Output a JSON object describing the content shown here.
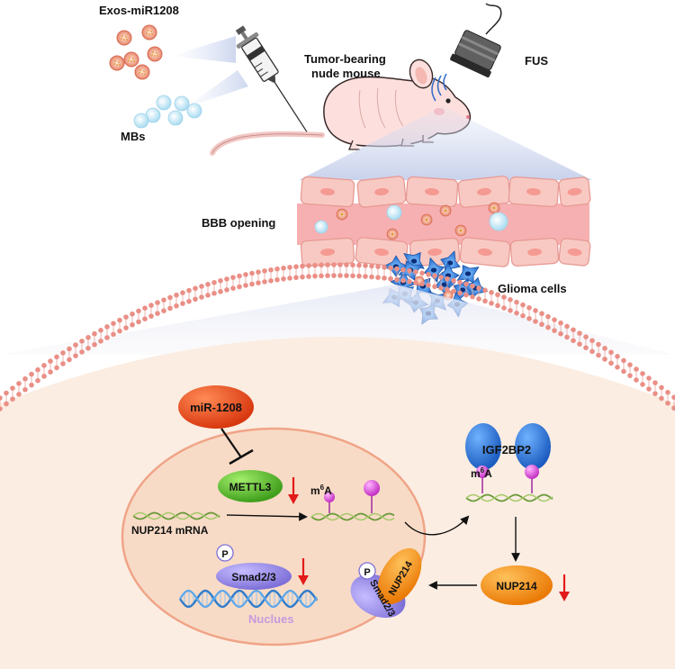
{
  "labels": {
    "exos": "Exos-miR1208",
    "mbs": "MBs",
    "mouse_line1": "Tumor-bearing",
    "mouse_line2": "nude mouse",
    "fus": "FUS",
    "bbb": "BBB opening",
    "glioma": "Glioma cells",
    "mir": "miR-1208",
    "mettl3": "METTL3",
    "m6a_m": "m",
    "m6a_sup": "6",
    "m6a_a": "A",
    "nup_mrna": "NUP214 mRNA",
    "igf2bp2": "IGF2BP2",
    "p": "P",
    "smad": "Smad2/3",
    "nup214": "NUP214",
    "nucleus": "Nuclues"
  },
  "colors": {
    "cytoplasm": "#fbede2",
    "membrane": "#ea8f86",
    "nucleus_fill": "#f8ddc8",
    "nucleus_border": "#f0a487",
    "mir_red": "#e8461c",
    "mettl3_green": "#6cc43a",
    "igf2bp2_blue": "#2f76d6",
    "m6a_magenta": "#d64ad6",
    "smad_purple": "#9a8fe6",
    "nup_orange": "#f08c14",
    "down_arrow": "#e21a1a",
    "mrna_green": "#6a9a3a",
    "dna_blue": "#3c8fd8"
  },
  "regulation": {
    "mettl3": "down",
    "smad_p": "down",
    "nup214": "down"
  }
}
